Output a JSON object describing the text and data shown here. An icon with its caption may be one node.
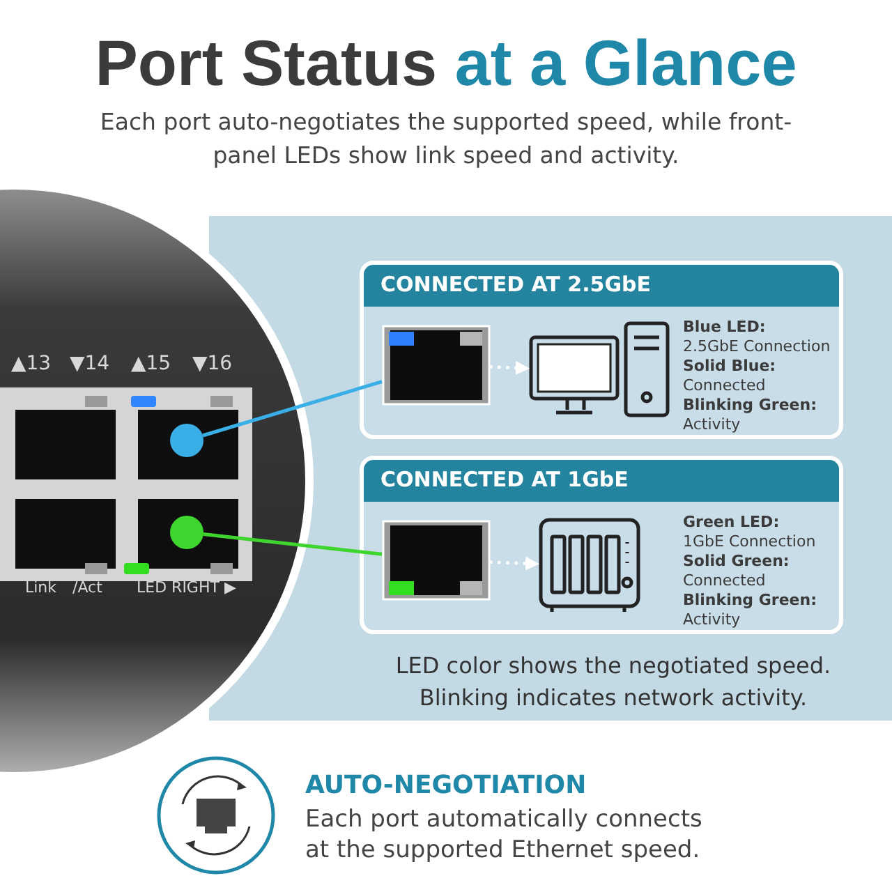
{
  "diagram": {
    "title": "Port Status at a Glance",
    "nodes": [
      {
        "text": [],
        "shape": "picture"
      },
      {
        "text": [],
        "shape": "circle",
        "in": 0
      },
      {
        "text": [],
        "shape": "circle",
        "in": 0
      },
      {
        "text": [
          "CONNECTED AT 2.5GbE",
          "Blue LED:",
          "2.5GbE Connection",
          "Solid Blue:",
          "Connected",
          "Blinking Green:",
          "Activity"
        ]
      },
      {
        "text": [],
        "shape": "picture",
        "in": 3
      },
      {
        "text": [],
        "shape": "picture",
        "in": 3
      },
      {
        "text": [
          "CONNECTED AT 1GbE",
          "Green LED:",
          "1GbE Connection",
          "Solid Green:",
          "Connected",
          "Blinking Green:",
          "Activity"
        ]
      },
      {
        "text": [],
        "shape": "picture",
        "in": 6
      },
      {
        "text": [],
        "shape": "picture",
        "in": 6
      }
    ],
    "edges": [
      {
        "from": 1,
        "to": 4,
        "arrow": "none",
        "color": "#3aaee6"
      },
      {
        "from": 4,
        "to": 5,
        "arrow": "to",
        "style": "dashed",
        "color": "#ffffff"
      },
      {
        "from": 2,
        "to": 7,
        "arrow": "none",
        "color": "#3ed62e"
      },
      {
        "from": 7,
        "to": 8,
        "arrow": "to",
        "style": "dashed",
        "color": "#ffffff"
      }
    ],
    "labels": [
      "Each port auto-negotiates the supported speed, while front-panel LEDs show link speed and activity.",
      "▲13",
      "▼14",
      "▲15",
      "▼16",
      "Link",
      "/Act",
      "LED RIGHT ▶",
      "LED color shows the negotiated speed. Blinking indicates network activity.",
      "AUTO-NEGOTIATION",
      "Each port automatically connects at the supported Ethernet speed."
    ]
  }
}
